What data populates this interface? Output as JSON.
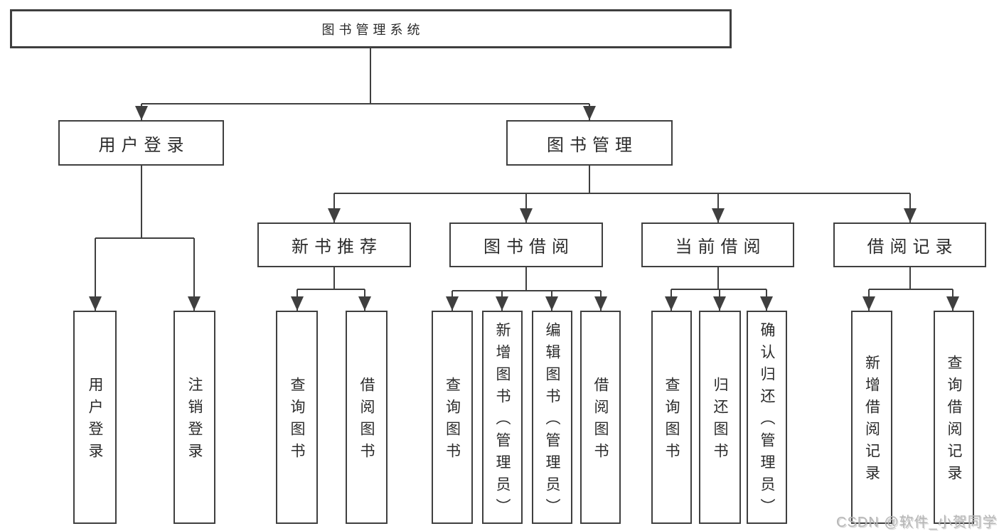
{
  "colors": {
    "line": "#3f3f3f",
    "box_border": "#3f3f3f",
    "text": "#2b2b2b",
    "watermark": "#b6b6b6",
    "background": "#ffffff"
  },
  "hierarchy": {
    "root": "图书管理系统",
    "children": [
      {
        "label": "用户登录",
        "children": [
          "用户登录",
          "注销登录"
        ]
      },
      {
        "label": "图书管理",
        "children": [
          {
            "label": "新书推荐",
            "children": [
              "查询图书",
              "借阅图书"
            ]
          },
          {
            "label": "图书借阅",
            "children": [
              "查询图书",
              "新增图书（管理员）",
              "编辑图书（管理员）",
              "借阅图书"
            ]
          },
          {
            "label": "当前借阅",
            "children": [
              "查询图书",
              "归还图书",
              "确认归还（管理员）"
            ]
          },
          {
            "label": "借阅记录",
            "children": [
              "新增借阅记录",
              "查询借阅记录"
            ]
          }
        ]
      }
    ]
  },
  "watermark": {
    "text": "CSDN @软件_小贺同学"
  }
}
